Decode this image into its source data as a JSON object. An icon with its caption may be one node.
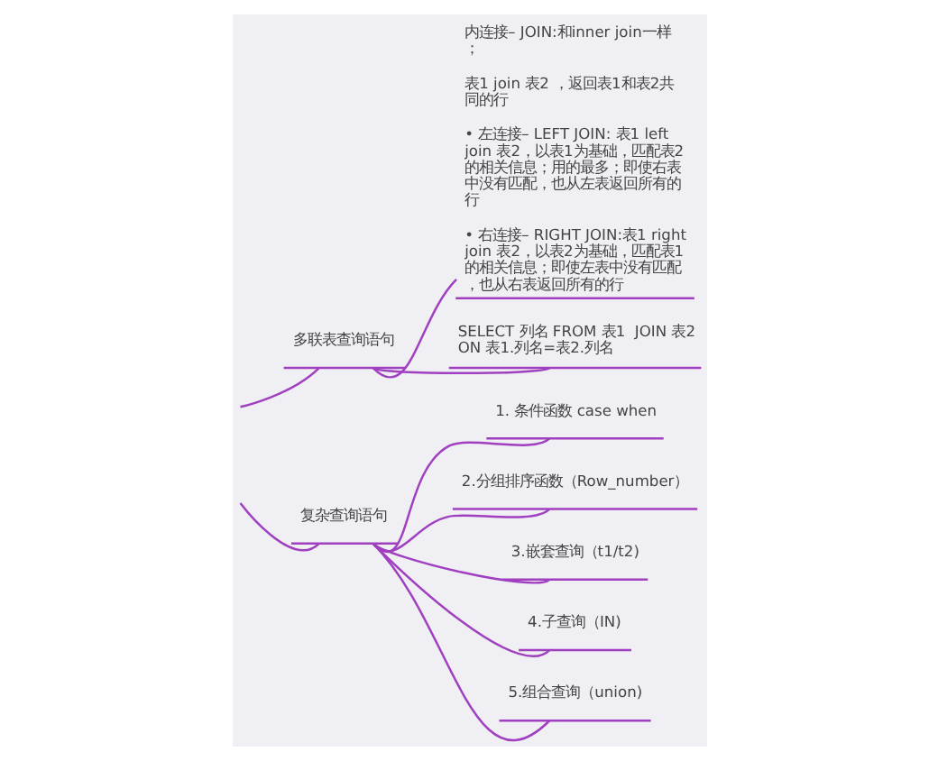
{
  "diagram": {
    "nodes": [
      {
        "text": [
          "多联表查询语句"
        ]
      },
      {
        "text": [
          "内连接– JOIN:和inner join一样；",
          "表1 join 表2 ，返回表1和表2共同的行",
          "• 左连接– LEFT JOIN: 表1 left join 表2，以表1为基础，匹配表2的相关信息；用的最多；即使右表中没有匹配，也从左表返回所有的行",
          "• 右连接– RIGHT JOIN:表1 right join 表2，以表2为基础，匹配表1的相关信息；即使左表中没有匹配，也从右表返回所有的行"
        ]
      },
      {
        "text": [
          "SELECT 列名 FROM 表1  JOIN 表2  ON 表1.列名=表2.列名"
        ]
      },
      {
        "text": [
          "复杂查询语句"
        ]
      },
      {
        "text": [
          "1. 条件函数 case when"
        ]
      },
      {
        "text": [
          "2.分组排序函数（Row_number）"
        ]
      },
      {
        "text": [
          "3.嵌套查询（t1/t2)"
        ]
      },
      {
        "text": [
          "4.子查询（IN)"
        ]
      },
      {
        "text": [
          "5.组合查询（union)"
        ]
      }
    ],
    "edges": [
      {
        "from": null,
        "to": 0,
        "arrow": "none"
      },
      {
        "from": 0,
        "to": 1,
        "arrow": "none"
      },
      {
        "from": 0,
        "to": 2,
        "arrow": "none"
      },
      {
        "from": null,
        "to": 3,
        "arrow": "none"
      },
      {
        "from": 3,
        "to": 4,
        "arrow": "none"
      },
      {
        "from": 3,
        "to": 5,
        "arrow": "none"
      },
      {
        "from": 3,
        "to": 6,
        "arrow": "none"
      },
      {
        "from": 3,
        "to": 7,
        "arrow": "none"
      },
      {
        "from": 3,
        "to": 8,
        "arrow": "none"
      }
    ]
  }
}
